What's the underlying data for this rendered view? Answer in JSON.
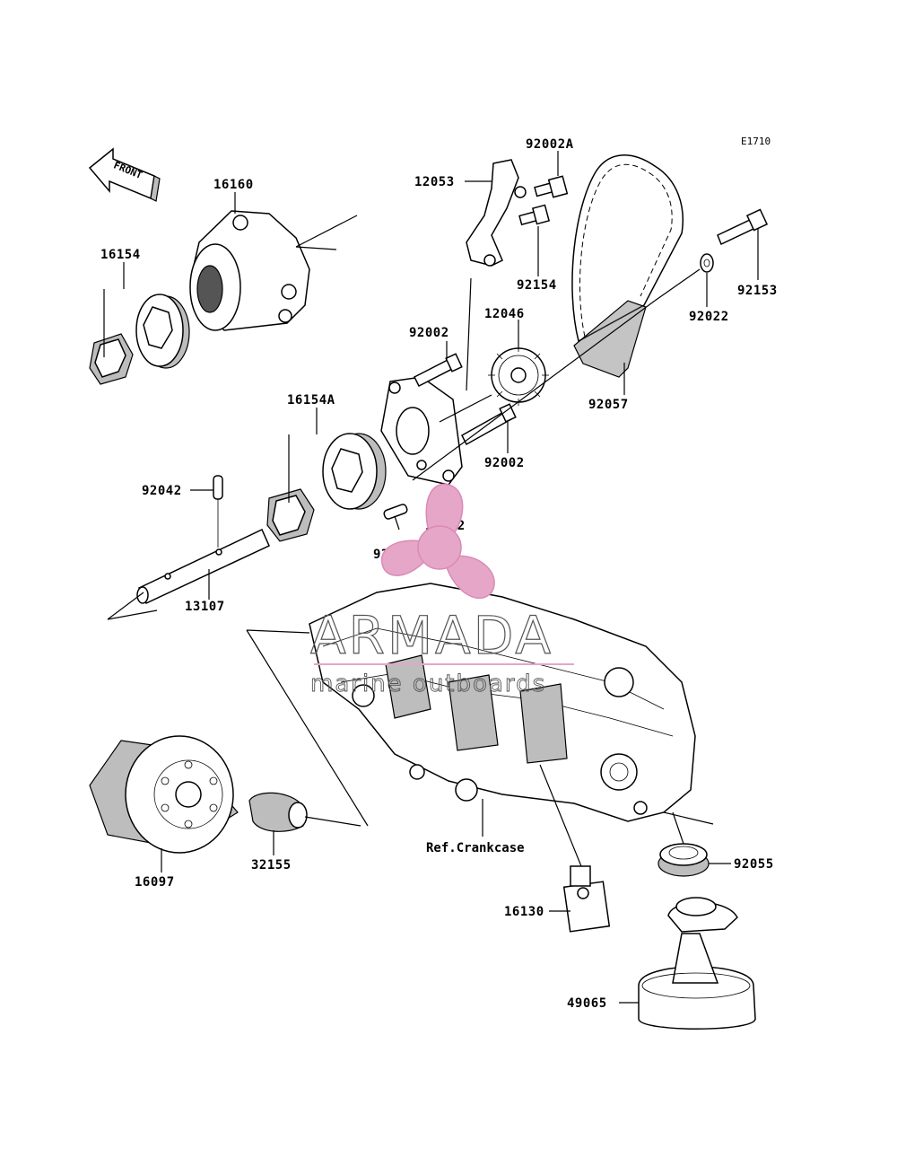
{
  "drawing_id": "E1710",
  "front_indicator": "FRONT",
  "reference_label": "Ref.Crankcase",
  "parts": {
    "p16160": "16160",
    "p16154": "16154",
    "p16154A": "16154A",
    "p92042a": "92042",
    "p92042b": "92042",
    "p13107": "13107",
    "p12053": "12053",
    "p92002A": "92002A",
    "p92154": "92154",
    "p92002a": "92002",
    "p92002b": "92002",
    "p12046": "12046",
    "p16142": "16142",
    "p92057": "92057",
    "p92153": "92153",
    "p92022": "92022",
    "p16097": "16097",
    "p32155": "32155",
    "p16130": "16130",
    "p92055": "92055",
    "p49065": "49065"
  },
  "watermark": {
    "title": "ARMADA",
    "subtitle": "marine outboards",
    "color": "#e6a6c8"
  }
}
